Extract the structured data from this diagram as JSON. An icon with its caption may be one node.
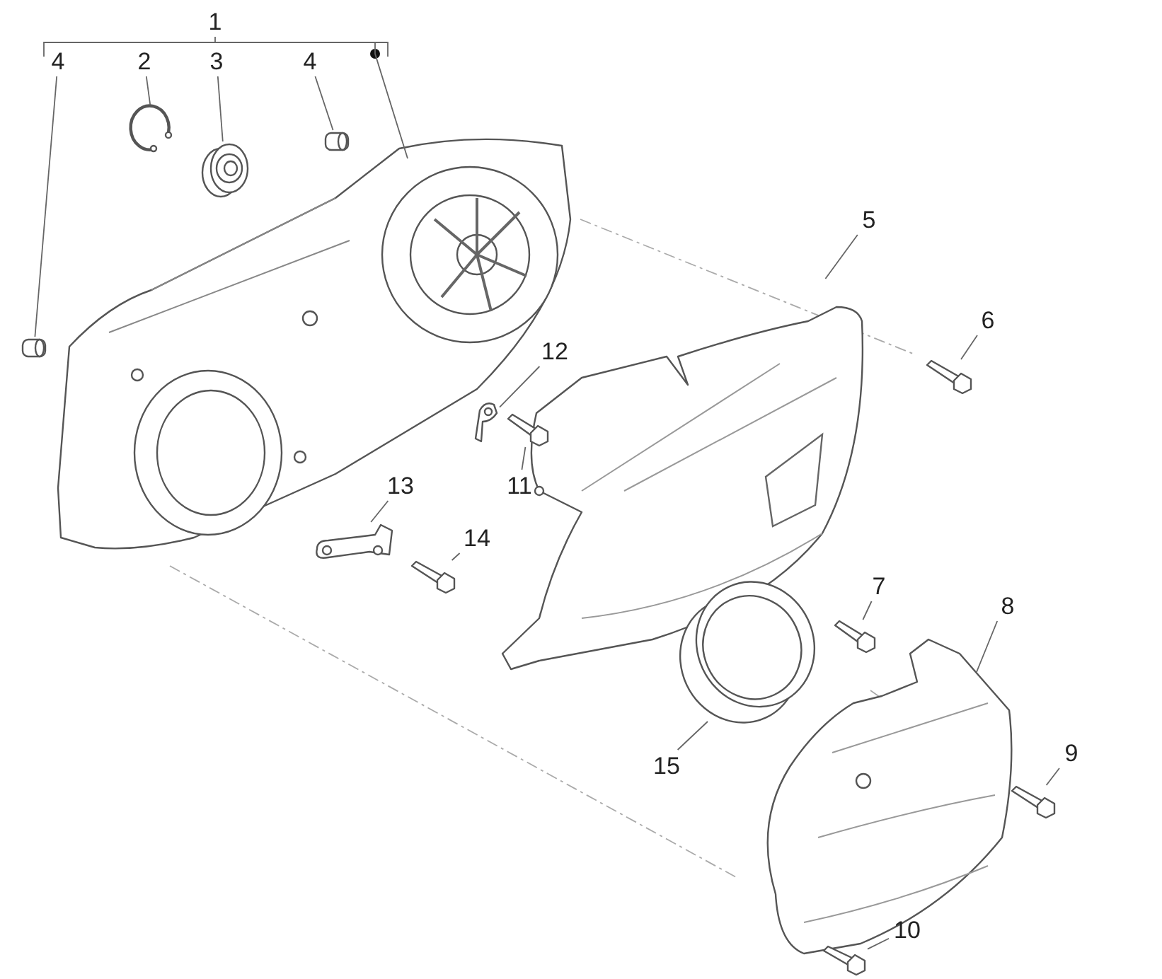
{
  "diagram": {
    "nodes": [
      {
        "text": [
          "1"
        ]
      },
      {
        "text": [
          "4"
        ]
      },
      {
        "text": [
          "2"
        ]
      },
      {
        "text": [
          "3"
        ]
      },
      {
        "text": [
          "4"
        ]
      },
      {
        "text": [
          "5"
        ]
      },
      {
        "text": [
          "6"
        ]
      },
      {
        "text": [
          "12"
        ]
      },
      {
        "text": [
          "11"
        ]
      },
      {
        "text": [
          "13"
        ]
      },
      {
        "text": [
          "14"
        ]
      },
      {
        "text": [
          "7"
        ]
      },
      {
        "text": [
          "8"
        ]
      },
      {
        "text": [
          "9"
        ]
      },
      {
        "text": [
          "15"
        ]
      },
      {
        "text": [
          "10"
        ]
      },
      {
        "text": [],
        "shape": "picture"
      },
      {
        "text": [],
        "shape": "picture"
      },
      {
        "text": [],
        "shape": "picture"
      },
      {
        "text": [],
        "shape": "picture"
      },
      {
        "text": [],
        "shape": "picture"
      },
      {
        "text": [],
        "shape": "picture"
      },
      {
        "text": [],
        "shape": "picture"
      },
      {
        "text": [],
        "shape": "picture"
      },
      {
        "text": [],
        "shape": "picture"
      },
      {
        "text": [],
        "shape": "picture"
      },
      {
        "text": [],
        "shape": "picture"
      },
      {
        "text": [],
        "shape": "picture"
      },
      {
        "text": [],
        "shape": "picture"
      },
      {
        "text": [],
        "shape": "picture"
      },
      {
        "text": [],
        "shape": "picture"
      },
      {
        "text": [],
        "shape": "picture"
      }
    ],
    "edges": [
      {
        "from": 0,
        "to": 16,
        "arrow": "none"
      },
      {
        "from": 1,
        "to": 17,
        "arrow": "none"
      },
      {
        "from": 2,
        "to": 18,
        "arrow": "none"
      },
      {
        "from": 3,
        "to": 19,
        "arrow": "none"
      },
      {
        "from": 4,
        "to": 20,
        "arrow": "none"
      },
      {
        "from": 5,
        "to": 21,
        "arrow": "none"
      },
      {
        "from": 6,
        "to": 22,
        "arrow": "none"
      },
      {
        "from": 7,
        "to": 23,
        "arrow": "none"
      },
      {
        "from": 8,
        "to": 24,
        "arrow": "none"
      },
      {
        "from": 9,
        "to": 25,
        "arrow": "none"
      },
      {
        "from": 10,
        "to": 26,
        "arrow": "none"
      },
      {
        "from": 11,
        "to": 27,
        "arrow": "none"
      },
      {
        "from": 12,
        "to": 28,
        "arrow": "none"
      },
      {
        "from": 13,
        "to": 29,
        "arrow": "none"
      },
      {
        "from": 14,
        "to": 30,
        "arrow": "none"
      },
      {
        "from": 15,
        "to": 31,
        "arrow": "none"
      }
    ]
  }
}
